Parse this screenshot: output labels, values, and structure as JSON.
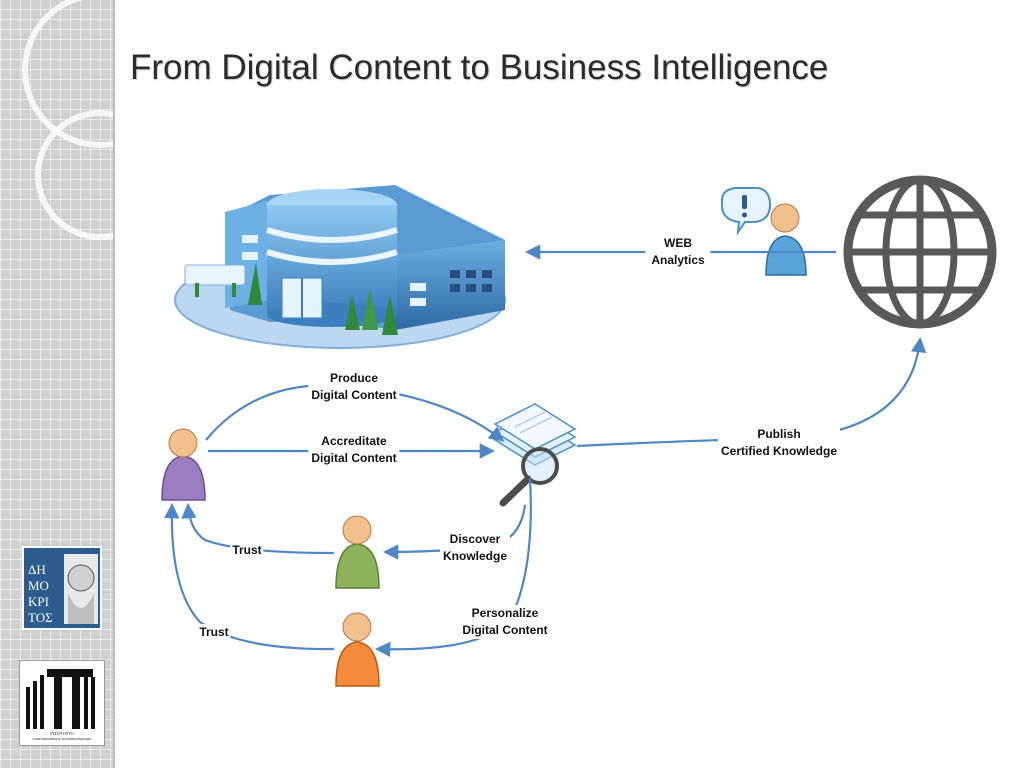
{
  "slide": {
    "title": "From Digital Content to Business Intelligence"
  },
  "diagram": {
    "labels": {
      "web_analytics": [
        "WEB",
        "Analytics"
      ],
      "produce": [
        "Produce",
        "Digital Content"
      ],
      "accreditate": [
        "Accreditate",
        "Digital Content"
      ],
      "publish": [
        "Publish",
        "Certified Knowledge"
      ],
      "discover": [
        "Discover",
        "Knowledge"
      ],
      "personalize": [
        "Personalize",
        "Digital Content"
      ],
      "trust_upper": "Trust",
      "trust_lower": "Trust"
    }
  },
  "logos": {
    "top": "ΔΗΜΟΚΡΙΤΟΣ",
    "bottom": "ΙΝΣΤΙΤΟΥΤΟ ΠΛΗΡΟΦΟΡΙΚΗΣ & ΤΗΛΕΠΙΚΟΙΝΩΝΙΩΝ"
  },
  "colors": {
    "arrow": "#4f86c6",
    "globe": "#595959",
    "building": "#4a8fc9",
    "person_purple": "#9b7ec0",
    "person_green": "#8bb35b",
    "person_orange": "#f58a3a",
    "person_blue": "#5aa5d8"
  }
}
